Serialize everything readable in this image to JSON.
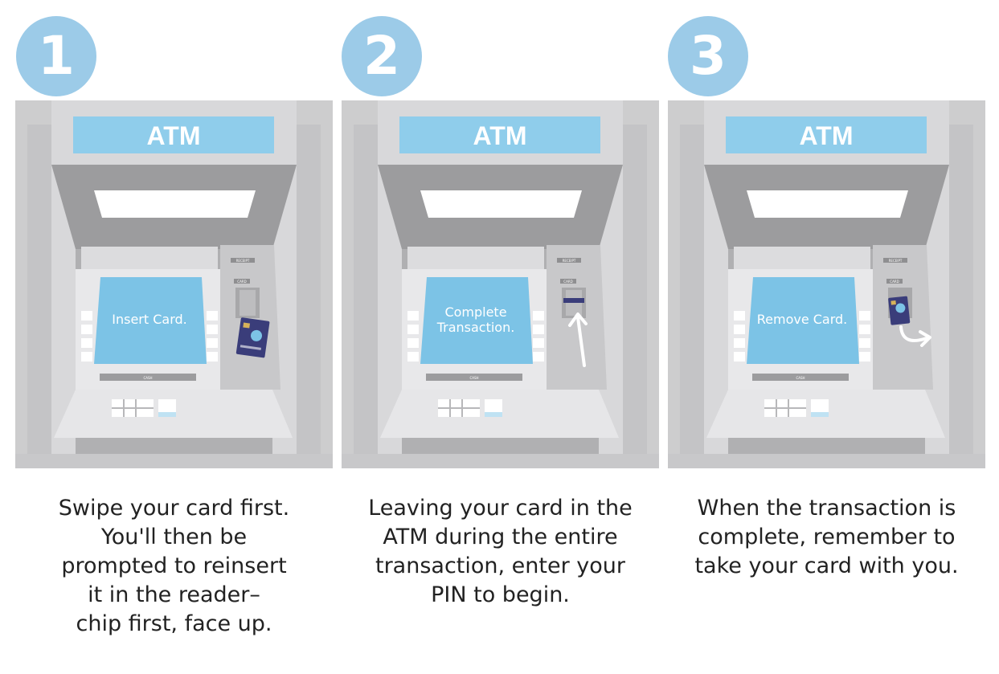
{
  "steps": [
    {
      "number": "1",
      "sign": "ATM",
      "screen_lines": [
        "Insert Card."
      ],
      "cash_label": "CASH",
      "receipt_label": "RECEIPT",
      "card_label": "CARD",
      "caption": "Swipe your card first.\nYou'll then be\nprompted to reinsert\nit in the reader–\nchip first, face up."
    },
    {
      "number": "2",
      "sign": "ATM",
      "screen_lines": [
        "Complete",
        "Transaction."
      ],
      "cash_label": "CASH",
      "receipt_label": "RECEIPT",
      "card_label": "CARD",
      "caption": "Leaving your card in the\nATM during the entire\ntransaction, enter your\nPIN to begin."
    },
    {
      "number": "3",
      "sign": "ATM",
      "screen_lines": [
        "Remove Card."
      ],
      "cash_label": "CASH",
      "receipt_label": "RECEIPT",
      "card_label": "CARD",
      "caption": "When the transaction is\ncomplete, remember to\ntake your card with you."
    }
  ],
  "colors": {
    "badge": "#9ccbe8",
    "sign": "#8fcdeb",
    "screen": "#7cc3e6",
    "card": "#3a3d7a",
    "panel_bg": "#cdcdce"
  }
}
